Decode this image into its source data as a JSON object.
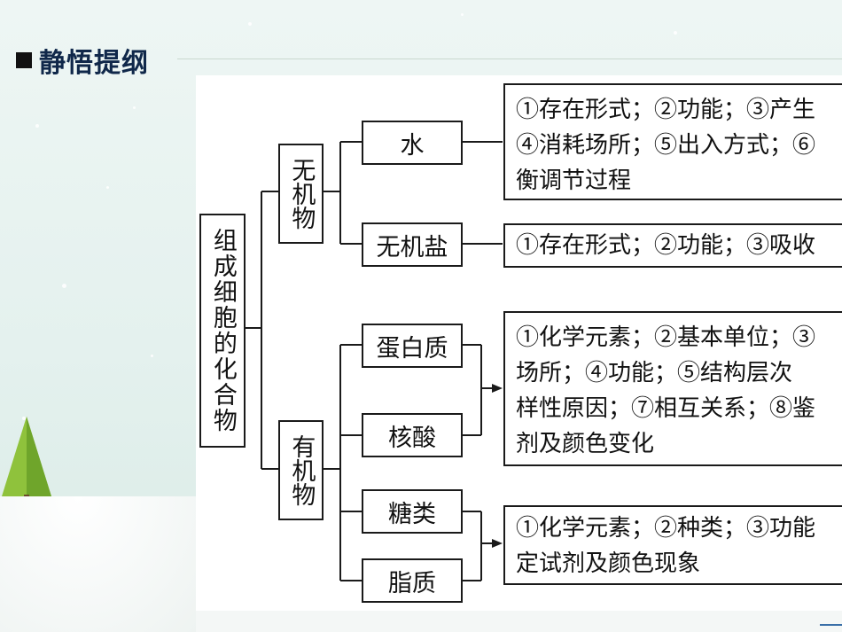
{
  "header": {
    "title": "静悟提纲"
  },
  "diagram": {
    "root": "组成细胞的化合物",
    "inorganic": {
      "label": "无机物",
      "children": [
        {
          "label": "水",
          "desc": "①存在形式；②功能；③产生\n④消耗场所；⑤出入方式；⑥\n衡调节过程"
        },
        {
          "label": "无机盐",
          "desc": "①存在形式；②功能；③吸收"
        }
      ]
    },
    "organic": {
      "label": "有机物",
      "children": [
        "蛋白质",
        "核酸",
        "糖类",
        "脂质"
      ],
      "desc_group1": "①化学元素；②基本单位；③\n场所；④功能；⑤结构层次\n样性原因；⑦相互关系；⑧鉴\n剂及颜色变化",
      "desc_group2": "①化学元素；②种类；③功能\n定试剂及颜色现象"
    }
  }
}
